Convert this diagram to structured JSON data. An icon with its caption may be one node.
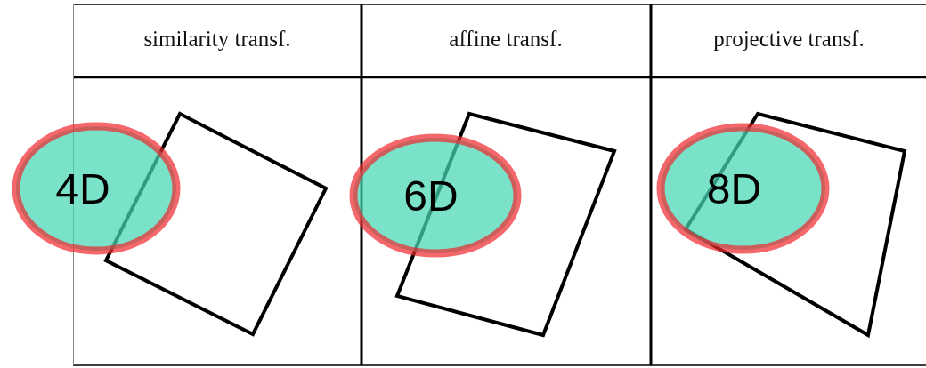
{
  "diagram": {
    "nodes": [
      {
        "text": [
          "4D"
        ]
      },
      {
        "text": [
          "6D"
        ]
      },
      {
        "text": [
          "8D"
        ]
      }
    ],
    "labels": [
      "similarity transf.",
      "affine transf.",
      "projective transf."
    ]
  }
}
